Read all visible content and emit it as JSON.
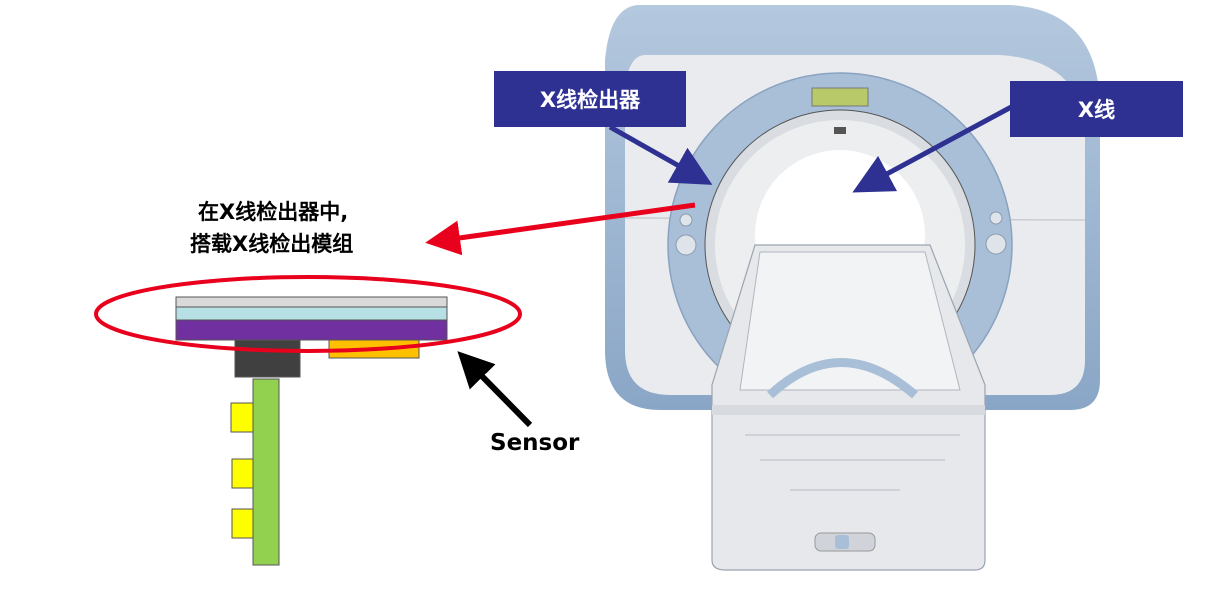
{
  "labels": {
    "detector": "X线检出器",
    "xray": "X线",
    "caption_line1": "在X线检出器中,",
    "caption_line2": "搭载X线检出模组",
    "sensor": "Sensor"
  },
  "colors": {
    "label_bg": "#2e3192",
    "highlight_red": "#e8001c",
    "layer_gray": "#d9d9d9",
    "layer_lightblue": "#b7e0e4",
    "layer_purple": "#7030a0",
    "chip_dark": "#404040",
    "sensor_orange": "#ffc000",
    "board_green": "#92d050",
    "component_yellow": "#ffff00",
    "scanner_blue": "#9fb8d4"
  }
}
